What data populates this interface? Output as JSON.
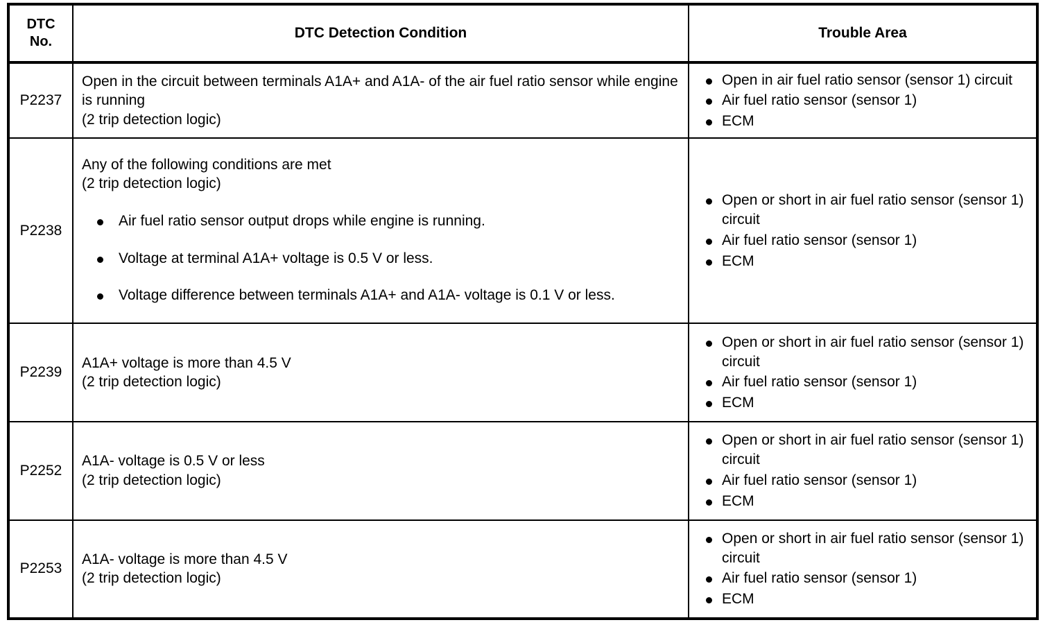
{
  "table": {
    "headers": {
      "dtc_no_line1": "DTC",
      "dtc_no_line2": "No.",
      "detection_condition": "DTC Detection Condition",
      "trouble_area": "Trouble Area"
    },
    "rows": [
      {
        "dtc": "P2237",
        "condition_lines": [
          "Open in the circuit between terminals A1A+ and A1A- of the air fuel ratio sensor while engine is running",
          "(2 trip detection logic)"
        ],
        "condition_bullets": [],
        "trouble_area": [
          "Open in air fuel ratio sensor (sensor 1) circuit",
          "Air fuel ratio sensor (sensor 1)",
          "ECM"
        ]
      },
      {
        "dtc": "P2238",
        "condition_lines": [
          "Any of the following conditions are met",
          "(2 trip detection logic)"
        ],
        "condition_bullets": [
          "Air fuel ratio sensor output drops while engine is running.",
          "Voltage at terminal A1A+ voltage is 0.5 V or less.",
          "Voltage difference between terminals A1A+ and A1A- voltage is 0.1 V or less."
        ],
        "trouble_area": [
          "Open or short in air fuel ratio sensor (sensor 1) circuit",
          "Air fuel ratio sensor (sensor 1)",
          "ECM"
        ]
      },
      {
        "dtc": "P2239",
        "condition_lines": [
          "A1A+ voltage is more than 4.5 V",
          "(2 trip detection logic)"
        ],
        "condition_bullets": [],
        "trouble_area": [
          "Open or short in air fuel ratio sensor (sensor 1) circuit",
          "Air fuel ratio sensor (sensor 1)",
          "ECM"
        ]
      },
      {
        "dtc": "P2252",
        "condition_lines": [
          "A1A- voltage is 0.5 V or less",
          "(2 trip detection logic)"
        ],
        "condition_bullets": [],
        "trouble_area": [
          "Open or short in air fuel ratio sensor (sensor 1) circuit",
          "Air fuel ratio sensor (sensor 1)",
          "ECM"
        ]
      },
      {
        "dtc": "P2253",
        "condition_lines": [
          "A1A- voltage is more than 4.5 V",
          "(2 trip detection logic)"
        ],
        "condition_bullets": [],
        "trouble_area": [
          "Open or short in air fuel ratio sensor (sensor 1) circuit",
          "Air fuel ratio sensor (sensor 1)",
          "ECM"
        ]
      }
    ]
  },
  "style": {
    "text_color": "#000000",
    "background": "#ffffff",
    "border_color": "#000000"
  }
}
